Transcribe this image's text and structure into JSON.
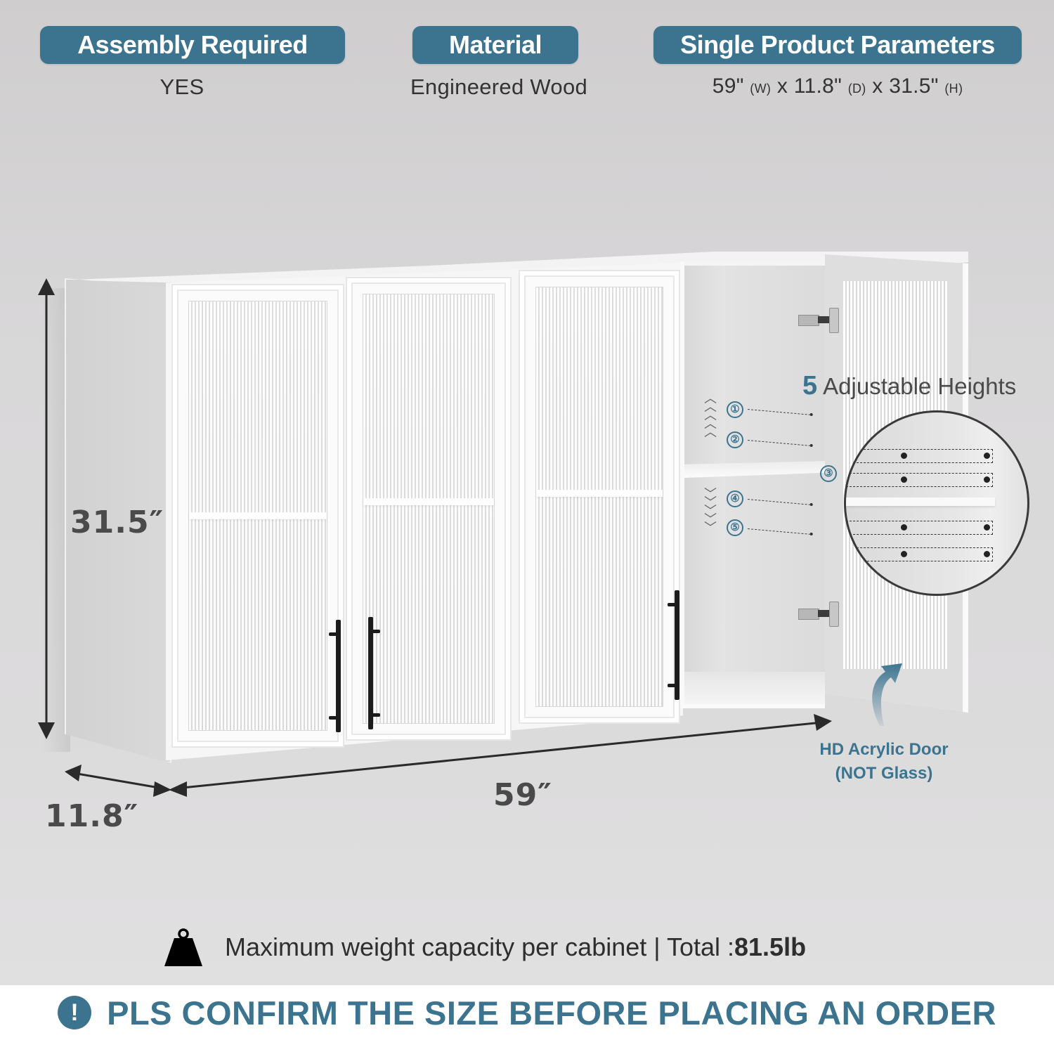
{
  "header": {
    "specs": [
      {
        "label": "Assembly Required",
        "value": "YES"
      },
      {
        "label": "Material",
        "value": "Engineered Wood"
      },
      {
        "label": "Single Product Parameters",
        "value_parts": {
          "w": "59\"",
          "w_unit": "(W)",
          "x1": "x",
          "d": "11.8\"",
          "d_unit": "(D)",
          "x2": "x",
          "h": "31.5\"",
          "h_unit": "(H)"
        }
      }
    ]
  },
  "product_image": {
    "dimensions": {
      "height": "31.5″",
      "depth": "11.8″",
      "width": "59″"
    },
    "adjustable": {
      "count": "5",
      "title": "Adjustable Heights",
      "positions": [
        "①",
        "②",
        "③",
        "④",
        "⑤"
      ]
    },
    "door_note": {
      "line1": "HD Acrylic Door",
      "line2": "(NOT Glass)"
    }
  },
  "capacity": {
    "icon": "weight-icon",
    "text": "Maximum weight capacity per cabinet | Total :",
    "value": "81.5lb"
  },
  "banner": {
    "icon": "exclamation-icon",
    "icon_glyph": "!",
    "message": "PLS CONFIRM THE SIZE BEFORE PLACING AN ORDER"
  },
  "colors": {
    "accent": "#3c7490",
    "text_dark": "#3a3a3a",
    "background": "#d9d8d9"
  }
}
